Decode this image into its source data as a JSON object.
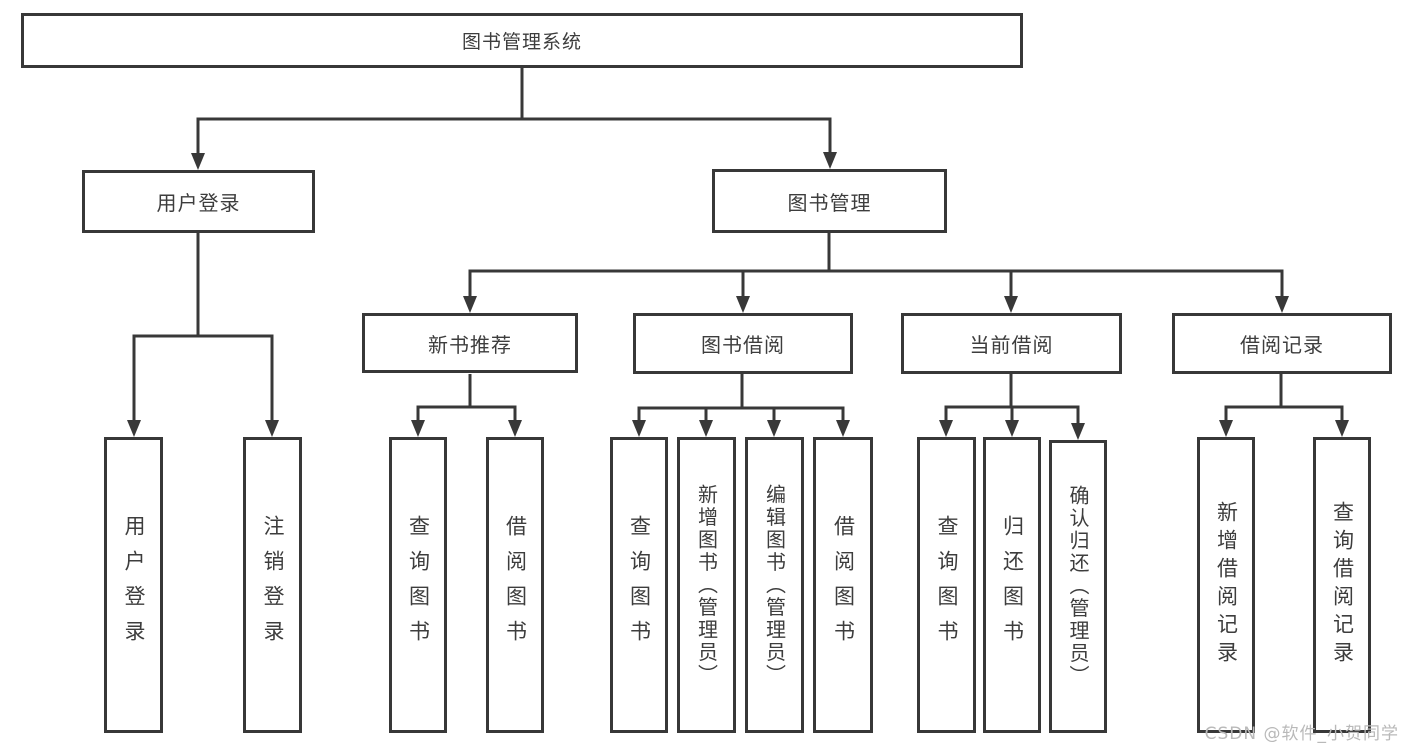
{
  "title": "图书管理系统",
  "colors": {
    "line": "#383838",
    "box_border": "#383838",
    "box_background": "#ffffff",
    "text": "#3d3d3d",
    "watermark": "#b9b9b9"
  },
  "nodes": {
    "root": "图书管理系统",
    "user_login": "用户登录",
    "book_mgmt": "图书管理",
    "new_book_rec": "新书推荐",
    "book_borrow": "图书借阅",
    "current_borrow": "当前借阅",
    "borrow_record": "借阅记录",
    "ul_user_login": "用户登录",
    "ul_logout": "注销登录",
    "nr_query_book": "查询图书",
    "nr_borrow_book": "借阅图书",
    "bb_query_book": "查询图书",
    "bb_add_book": "新增图书（管理员）",
    "bb_edit_book": "编辑图书（管理员）",
    "bb_borrow_book": "借阅图书",
    "cb_query_book": "查询图书",
    "cb_return_book": "归还图书",
    "cb_confirm_return": "确认归还（管理员）",
    "br_add_record": "新增借阅记录",
    "br_query_record": "查询借阅记录"
  },
  "watermark": "CSDN @软件_小贺同学"
}
